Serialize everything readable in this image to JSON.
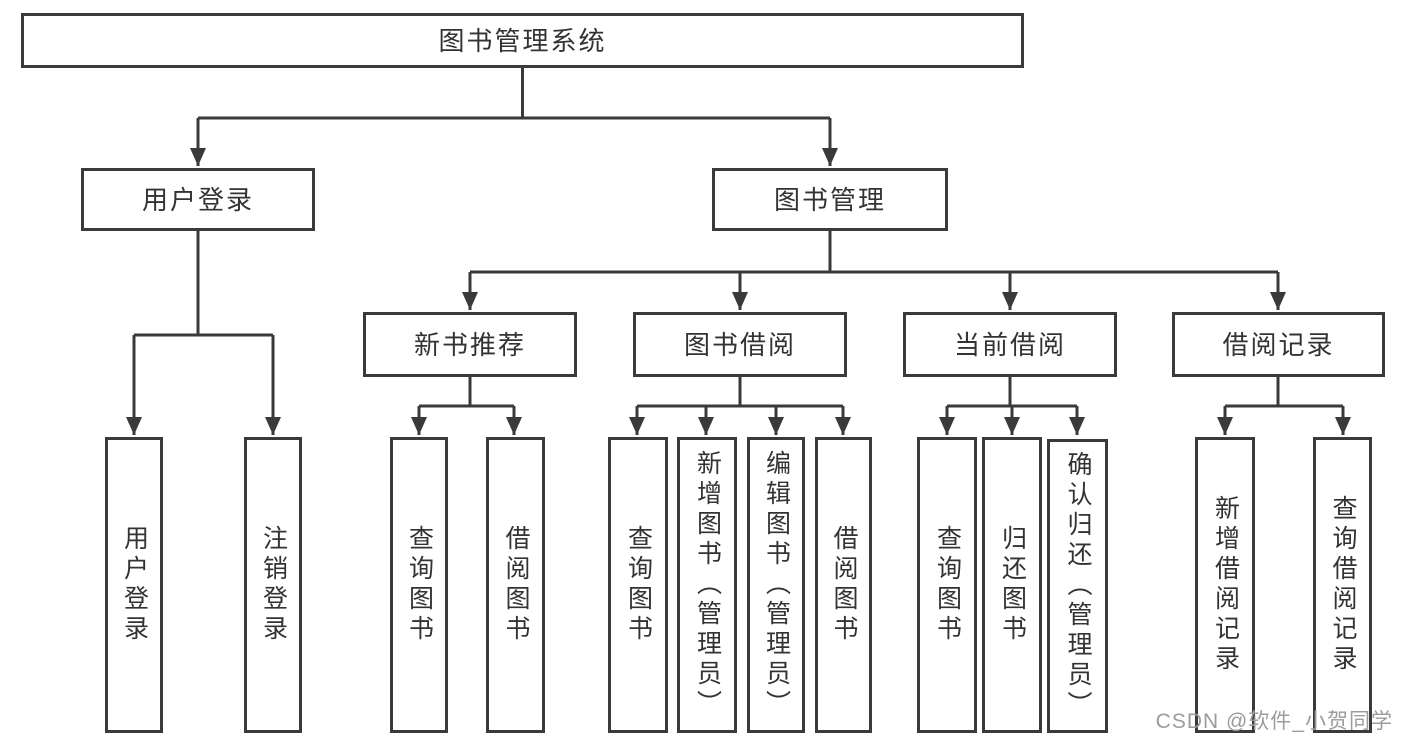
{
  "tree": {
    "label": "图书管理系统",
    "children": [
      {
        "label": "用户登录",
        "children": [
          {
            "label": "用户登录"
          },
          {
            "label": "注销登录"
          }
        ]
      },
      {
        "label": "图书管理",
        "children": [
          {
            "label": "新书推荐",
            "children": [
              {
                "label": "查询图书"
              },
              {
                "label": "借阅图书"
              }
            ]
          },
          {
            "label": "图书借阅",
            "children": [
              {
                "label": "查询图书"
              },
              {
                "label": "新增图书（管理员）"
              },
              {
                "label": "编辑图书（管理员）"
              },
              {
                "label": "借阅图书"
              }
            ]
          },
          {
            "label": "当前借阅",
            "children": [
              {
                "label": "查询图书"
              },
              {
                "label": "归还图书"
              },
              {
                "label": "确认归还（管理员）"
              }
            ]
          },
          {
            "label": "借阅记录",
            "children": [
              {
                "label": "新增借阅记录"
              },
              {
                "label": "查询借阅记录"
              }
            ]
          }
        ]
      }
    ]
  },
  "watermark": "CSDN @软件_小贺同学",
  "colors": {
    "line": "#3a3a3a",
    "text": "#333333",
    "watermark": "#9c9c9c",
    "background": "#ffffff"
  }
}
